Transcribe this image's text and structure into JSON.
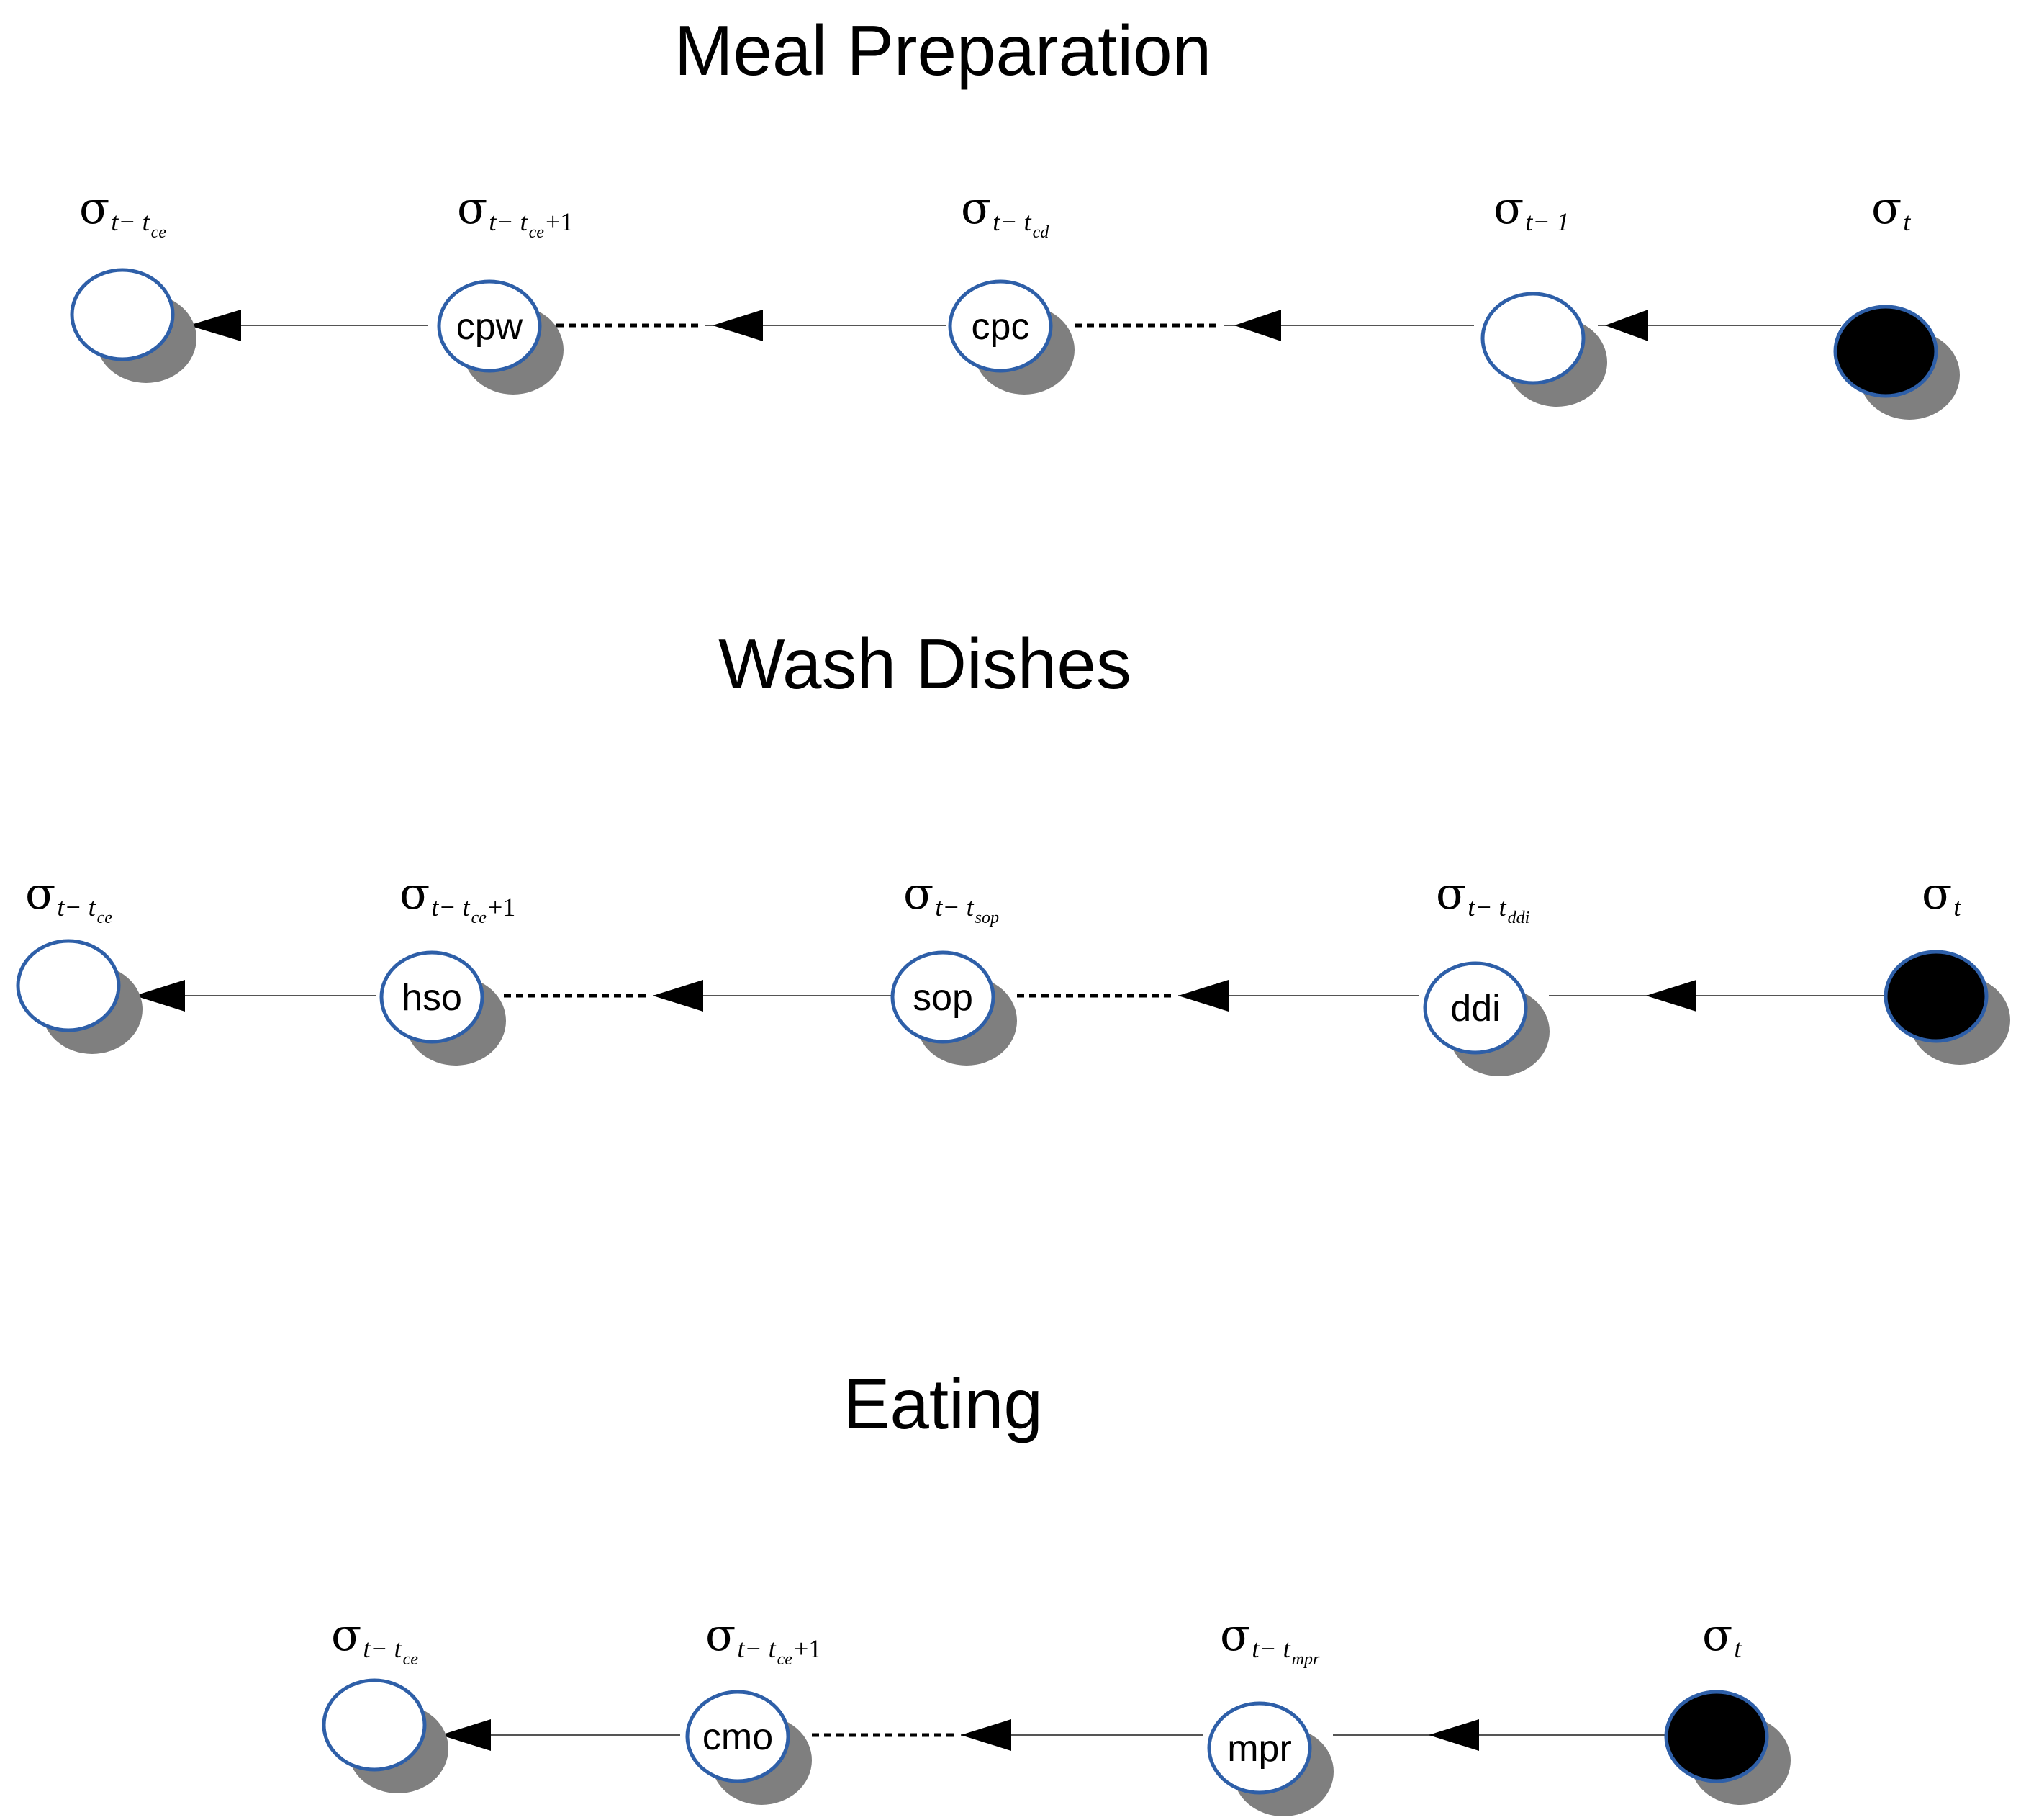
{
  "diagrams": [
    {
      "title": "Meal Preparation",
      "nodes": [
        {
          "label": "",
          "filled": false,
          "sigma": {
            "sym": "σ",
            "a": "t− t",
            "b": "ce",
            "c": ""
          }
        },
        {
          "label": "cpw",
          "filled": false,
          "sigma": {
            "sym": "σ",
            "a": "t− t",
            "b": "ce",
            "c": "+1"
          }
        },
        {
          "label": "cpc",
          "filled": false,
          "sigma": {
            "sym": "σ",
            "a": "t− t",
            "b": "cd",
            "c": ""
          }
        },
        {
          "label": "",
          "filled": false,
          "sigma": {
            "sym": "σ",
            "a": "t− 1",
            "b": "",
            "c": ""
          }
        },
        {
          "label": "",
          "filled": true,
          "sigma": {
            "sym": "σ",
            "a": "t",
            "b": "",
            "c": ""
          }
        }
      ],
      "edges": [
        "solid",
        "dashed",
        "dashed",
        "solid"
      ]
    },
    {
      "title": "Wash Dishes",
      "nodes": [
        {
          "label": "",
          "filled": false,
          "sigma": {
            "sym": "σ",
            "a": "t− t",
            "b": "ce",
            "c": ""
          }
        },
        {
          "label": "hso",
          "filled": false,
          "sigma": {
            "sym": "σ",
            "a": "t− t",
            "b": "ce",
            "c": "+1"
          }
        },
        {
          "label": "sop",
          "filled": false,
          "sigma": {
            "sym": "σ",
            "a": "t− t",
            "b": "sop",
            "c": ""
          }
        },
        {
          "label": "ddi",
          "filled": false,
          "sigma": {
            "sym": "σ",
            "a": "t− t",
            "b": "ddi",
            "c": ""
          }
        },
        {
          "label": "",
          "filled": true,
          "sigma": {
            "sym": "σ",
            "a": "t",
            "b": "",
            "c": ""
          }
        }
      ],
      "edges": [
        "solid",
        "dashed",
        "dashed",
        "dashed"
      ]
    },
    {
      "title": "Eating",
      "nodes": [
        {
          "label": "",
          "filled": false,
          "sigma": {
            "sym": "σ",
            "a": "t− t",
            "b": "ce",
            "c": ""
          }
        },
        {
          "label": "cmo",
          "filled": false,
          "sigma": {
            "sym": "σ",
            "a": "t− t",
            "b": "ce",
            "c": "+1"
          }
        },
        {
          "label": "mpr",
          "filled": false,
          "sigma": {
            "sym": "σ",
            "a": "t− t",
            "b": "mpr",
            "c": ""
          }
        },
        {
          "label": "",
          "filled": true,
          "sigma": {
            "sym": "σ",
            "a": "t",
            "b": "",
            "c": ""
          }
        }
      ],
      "edges": [
        "solid",
        "dashed",
        "dashed"
      ]
    }
  ],
  "colors": {
    "node_stroke": "#2e5fa8",
    "node_fill": "#ffffff",
    "node_filled": "#000000",
    "shadow": "#7f7f7f",
    "edge": "#555555",
    "arrow": "#000000"
  }
}
